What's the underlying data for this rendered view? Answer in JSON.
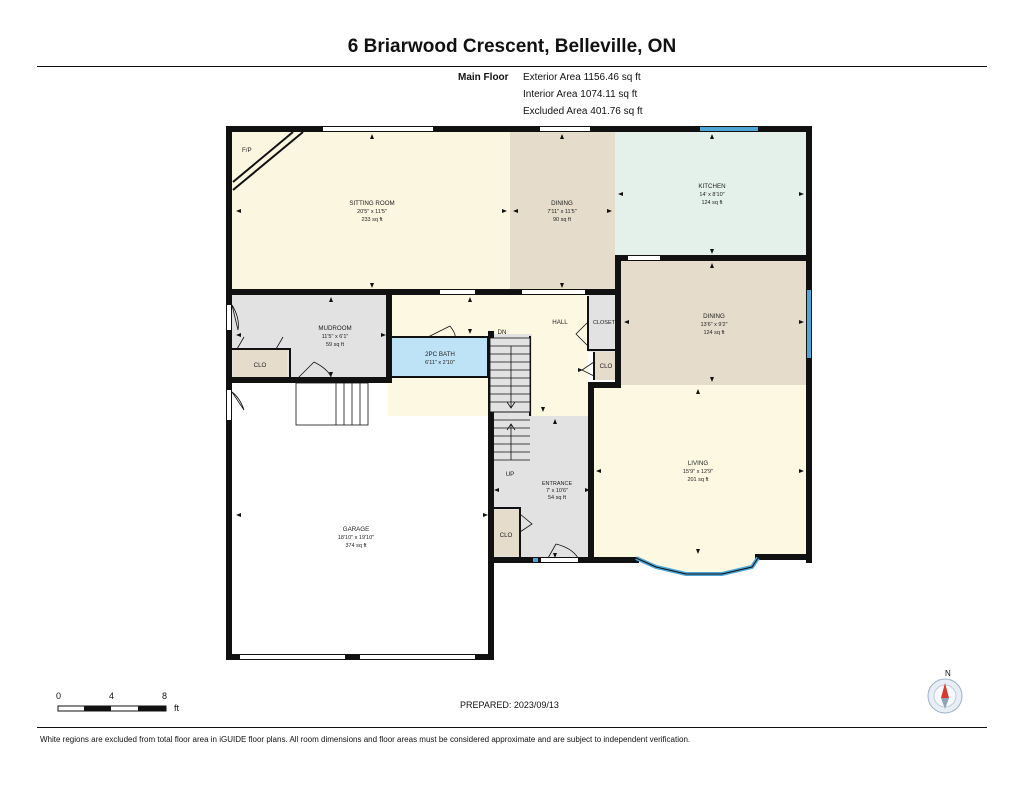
{
  "header": {
    "title": "6 Briarwood Crescent, Belleville, ON",
    "floor_label": "Main Floor",
    "exterior_area": "Exterior Area 1156.46 sq ft",
    "interior_area": "Interior Area 1074.11 sq ft",
    "excluded_area": "Excluded Area 401.76 sq ft"
  },
  "rooms": {
    "sitting_room": {
      "name": "SITTING ROOM",
      "dims": "20'5\" x 11'5\"",
      "area": "233 sq ft"
    },
    "dining_top": {
      "name": "DINING",
      "dims": "7'11\" x 11'5\"",
      "area": "90 sq ft"
    },
    "kitchen": {
      "name": "KITCHEN",
      "dims": "14' x 8'10\"",
      "area": "124 sq ft"
    },
    "mudroom": {
      "name": "MUDROOM",
      "dims": "11'5\" x 6'1\"",
      "area": "59 sq ft"
    },
    "hall": {
      "name": "HALL"
    },
    "closet": {
      "name": "CLOSET"
    },
    "dining_right": {
      "name": "DINING",
      "dims": "13'6\" x 9'2\"",
      "area": "124 sq ft"
    },
    "bath": {
      "name": "2PC BATH",
      "dims": "6'11\" x 2'10\""
    },
    "clo_mud": {
      "name": "CLO"
    },
    "clo_right": {
      "name": "CLO"
    },
    "clo_entry": {
      "name": "CLO"
    },
    "living": {
      "name": "LIVING",
      "dims": "15'9\" x 12'9\"",
      "area": "201 sq ft"
    },
    "entrance": {
      "name": "ENTRANCE",
      "dims": "7' x 10'6\"",
      "area": "54 sq ft"
    },
    "garage": {
      "name": "GARAGE",
      "dims": "18'10\" x 19'10\"",
      "area": "374 sq ft"
    }
  },
  "labels": {
    "fp": "F/P",
    "dn": "DN",
    "up": "UP"
  },
  "footer": {
    "prepared": "PREPARED: 2023/09/13",
    "scale": {
      "ticks": [
        "0",
        "4",
        "8"
      ],
      "unit": "ft"
    },
    "compass": "N",
    "disclaimer": "White regions are excluded from total floor area in iGUIDE floor plans. All room dimensions and floor areas must be considered approximate and are subject to independent verification."
  },
  "colors": {
    "sitting": "#fbf6df",
    "dining_top": "#e6dccb",
    "kitchen": "#e3f1ea",
    "grey": "#e2e2e2",
    "hall": "#fdf8e1",
    "dining_right": "#e6dccb",
    "bath": "#bfe3f6",
    "clo": "#e6dccb",
    "living": "#fdf8e1",
    "window": "#4ea6d6",
    "wall": "#111111"
  }
}
